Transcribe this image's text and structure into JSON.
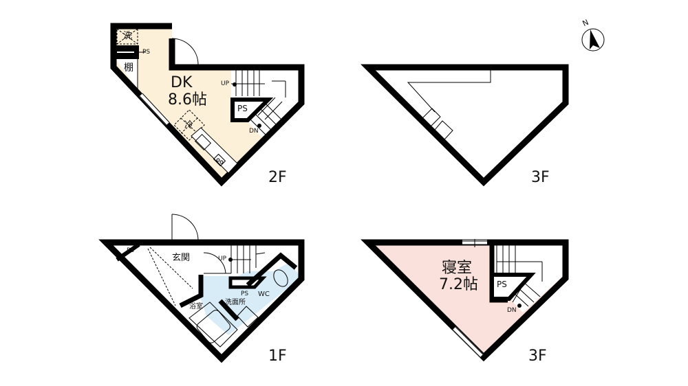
{
  "colors": {
    "dk_floor": "#fdf0d8",
    "bath_floor": "#d8ecf7",
    "bedroom_floor": "#fae1dc",
    "wall": "#000000",
    "background": "#ffffff"
  },
  "compass": {
    "label": "N"
  },
  "floors": {
    "top_left": {
      "floor_label": "2F",
      "room_name": "DK",
      "room_size": "8.6帖",
      "fridge_label": "冷",
      "washer_label": "洗",
      "shelf_label": "棚",
      "ps_label_outer": "PS",
      "ps_label_stair": "PS",
      "up_label": "UP",
      "dn_label": "DN"
    },
    "top_right": {
      "floor_label": "3F"
    },
    "bottom_left": {
      "floor_label": "1F",
      "entrance_label": "玄関",
      "bath_label": "浴室",
      "washroom_label": "洗面所",
      "wc_label": "WC",
      "ps_label_corner": "PS",
      "ps_label_center": "PS",
      "up_label": "UP"
    },
    "bottom_right": {
      "floor_label": "3F",
      "room_name": "寝室",
      "room_size": "7.2帖",
      "ps_label": "PS",
      "dn_label": "DN"
    }
  }
}
